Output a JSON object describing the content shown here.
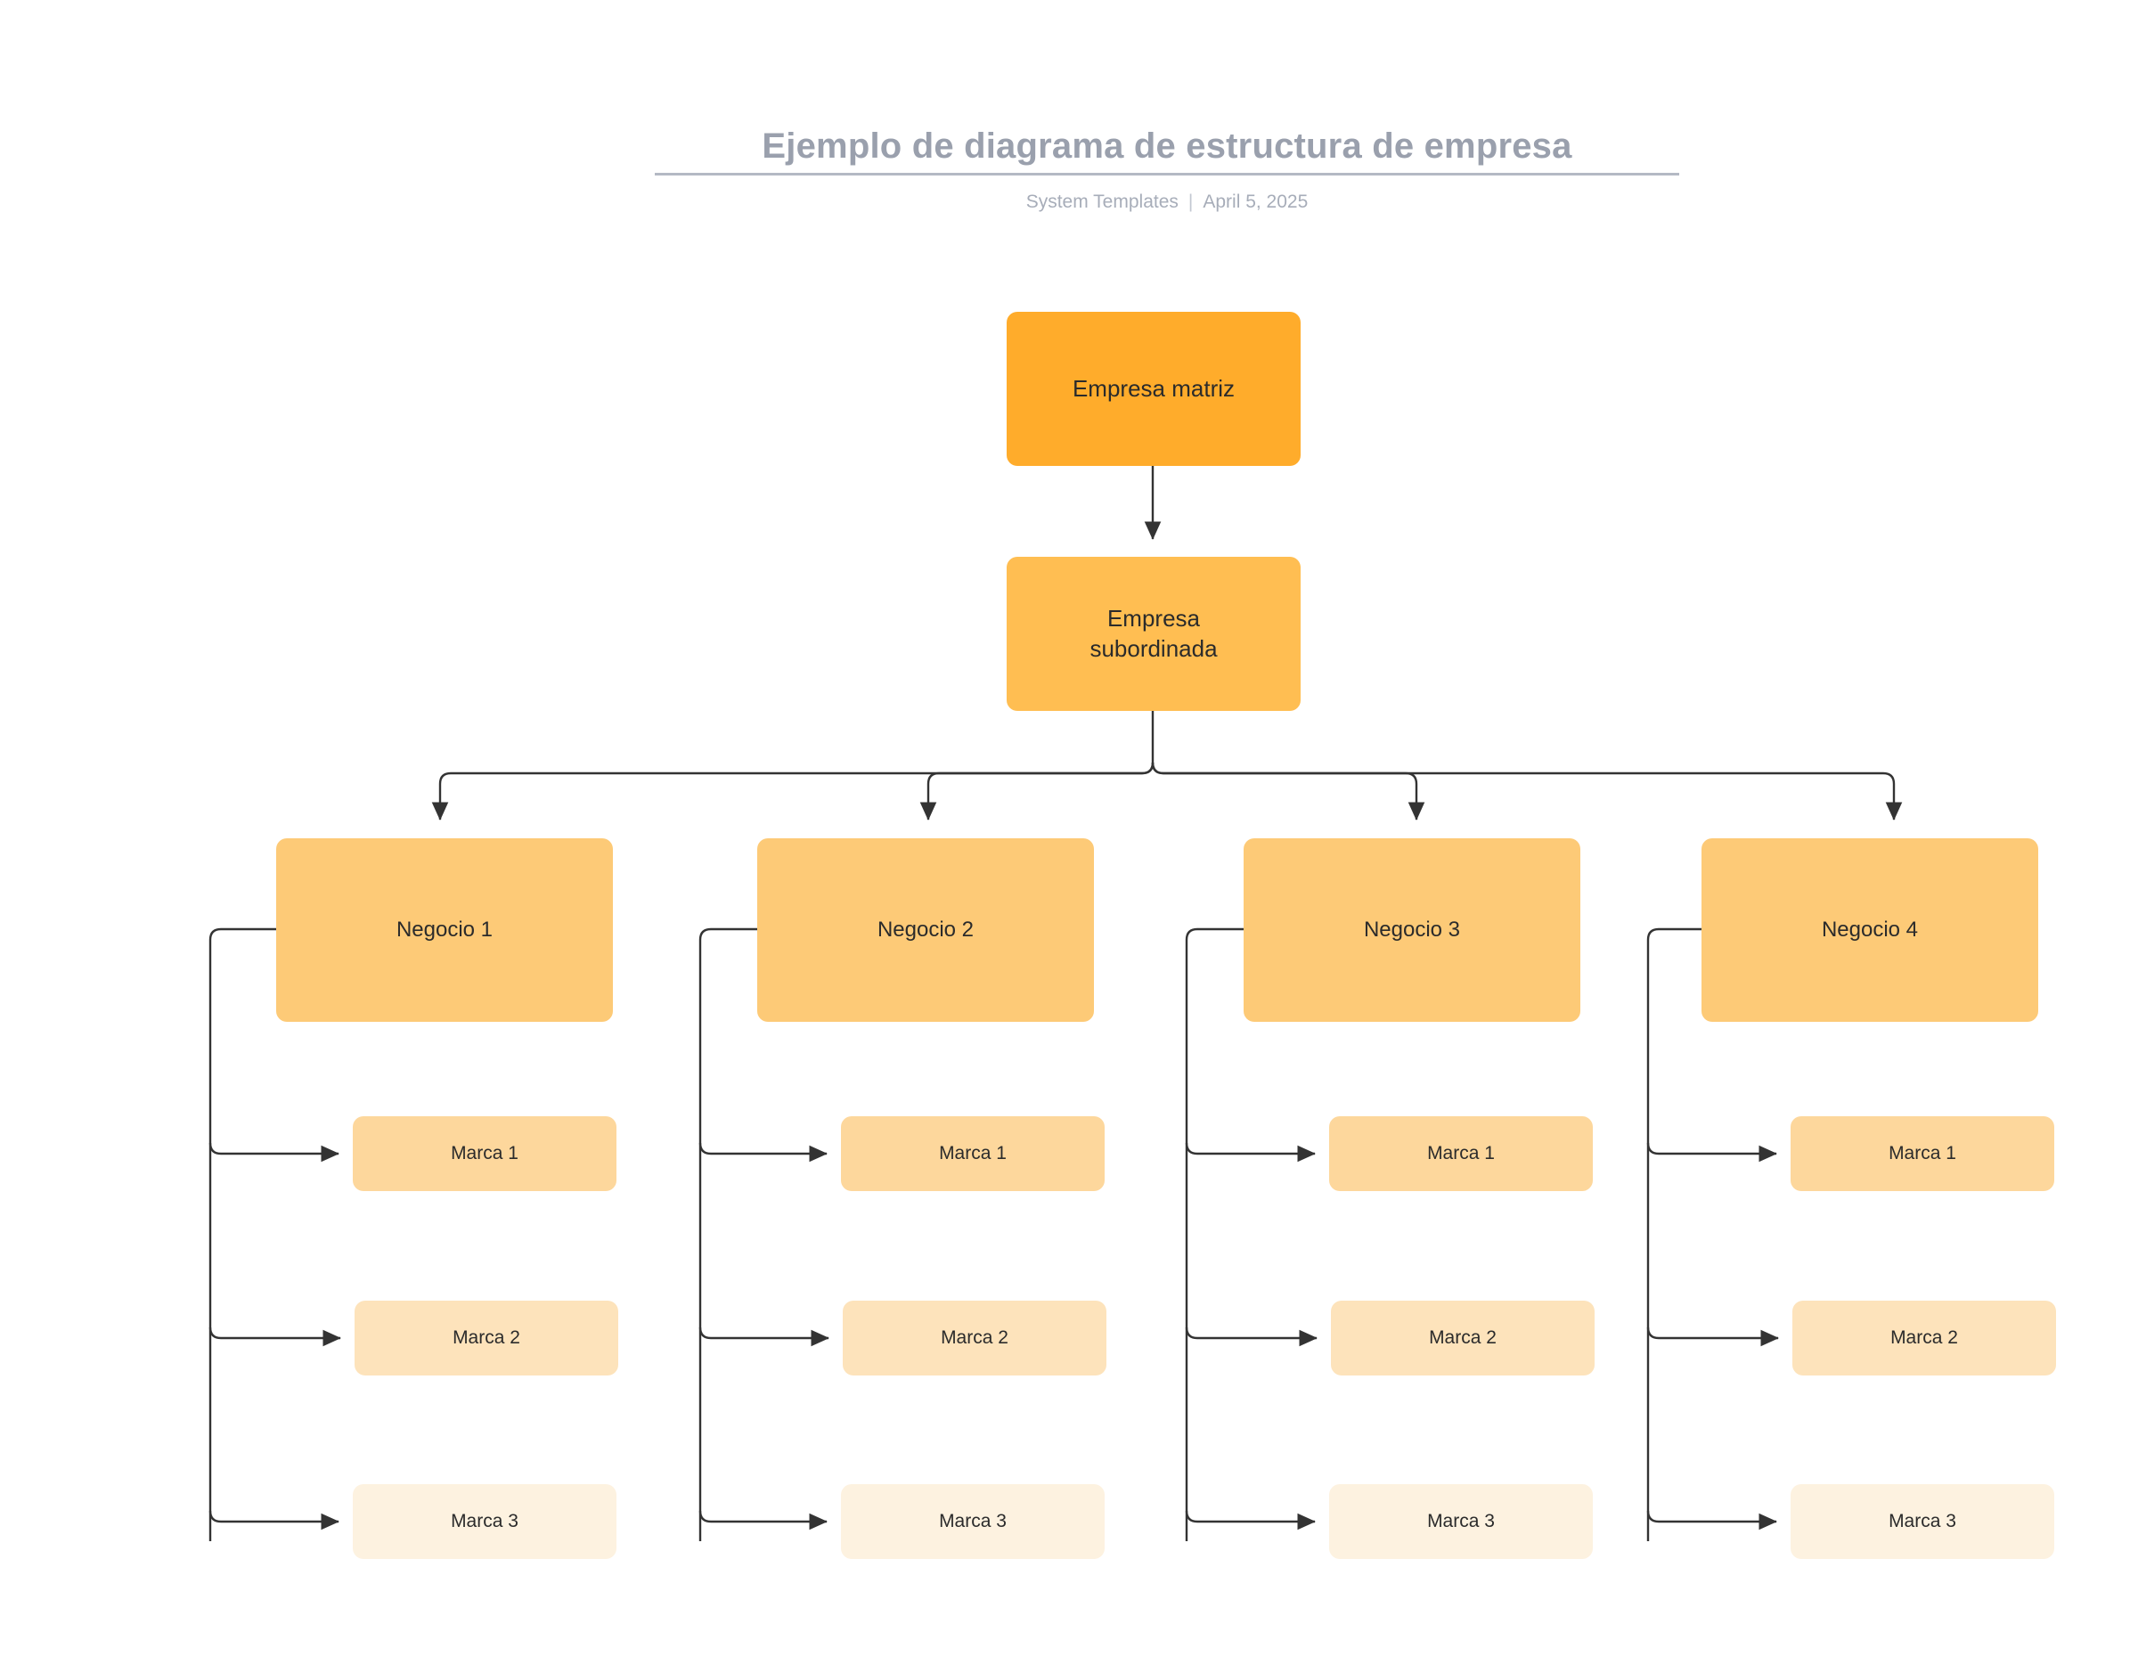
{
  "header": {
    "title": "Ejemplo de diagrama de estructura de empresa",
    "author": "System Templates",
    "separator": "|",
    "date": "April 5, 2025"
  },
  "palette": {
    "root": "#ffac2b",
    "subordinate": "#ffbe52",
    "unit": "#fdca77",
    "brand_1": "#fdd79c",
    "brand_2": "#fde3bb",
    "brand_3": "#fdf2e0",
    "connector": "#333333",
    "title_text": "#9aa0ad",
    "subtitle_text": "#a7adb9",
    "node_text": "#2b2b2b",
    "background": "#ffffff"
  },
  "chart_data": {
    "type": "diagram",
    "subtype": "organizational-hierarchy",
    "title": "Ejemplo de diagrama de estructura de empresa",
    "orientation": "top-down",
    "nodes": [
      {
        "id": "root",
        "label": "Empresa matriz",
        "level": 0
      },
      {
        "id": "sub",
        "label": "Empresa subordinada",
        "level": 1
      },
      {
        "id": "u1",
        "label": "Negocio 1",
        "level": 2
      },
      {
        "id": "u2",
        "label": "Negocio 2",
        "level": 2
      },
      {
        "id": "u3",
        "label": "Negocio 3",
        "level": 2
      },
      {
        "id": "u4",
        "label": "Negocio 4",
        "level": 2
      },
      {
        "id": "u1b1",
        "label": "Marca 1",
        "level": 3
      },
      {
        "id": "u1b2",
        "label": "Marca 2",
        "level": 3
      },
      {
        "id": "u1b3",
        "label": "Marca 3",
        "level": 3
      },
      {
        "id": "u2b1",
        "label": "Marca 1",
        "level": 3
      },
      {
        "id": "u2b2",
        "label": "Marca 2",
        "level": 3
      },
      {
        "id": "u2b3",
        "label": "Marca 3",
        "level": 3
      },
      {
        "id": "u3b1",
        "label": "Marca 1",
        "level": 3
      },
      {
        "id": "u3b2",
        "label": "Marca 2",
        "level": 3
      },
      {
        "id": "u3b3",
        "label": "Marca 3",
        "level": 3
      },
      {
        "id": "u4b1",
        "label": "Marca 1",
        "level": 3
      },
      {
        "id": "u4b2",
        "label": "Marca 2",
        "level": 3
      },
      {
        "id": "u4b3",
        "label": "Marca 3",
        "level": 3
      }
    ],
    "edges": [
      {
        "from": "root",
        "to": "sub"
      },
      {
        "from": "sub",
        "to": "u1"
      },
      {
        "from": "sub",
        "to": "u2"
      },
      {
        "from": "sub",
        "to": "u3"
      },
      {
        "from": "sub",
        "to": "u4"
      },
      {
        "from": "u1",
        "to": "u1b1"
      },
      {
        "from": "u1",
        "to": "u1b2"
      },
      {
        "from": "u1",
        "to": "u1b3"
      },
      {
        "from": "u2",
        "to": "u2b1"
      },
      {
        "from": "u2",
        "to": "u2b2"
      },
      {
        "from": "u2",
        "to": "u2b3"
      },
      {
        "from": "u3",
        "to": "u3b1"
      },
      {
        "from": "u3",
        "to": "u3b2"
      },
      {
        "from": "u3",
        "to": "u3b3"
      },
      {
        "from": "u4",
        "to": "u4b1"
      },
      {
        "from": "u4",
        "to": "u4b2"
      },
      {
        "from": "u4",
        "to": "u4b3"
      }
    ]
  },
  "diagram": {
    "root": {
      "label": "Empresa matriz"
    },
    "subordinate": {
      "line1": "Empresa",
      "line2": "subordinada",
      "label": "Empresa subordinada"
    },
    "units": [
      {
        "label": "Negocio 1",
        "brands": [
          {
            "label": "Marca 1"
          },
          {
            "label": "Marca 2"
          },
          {
            "label": "Marca 3"
          }
        ]
      },
      {
        "label": "Negocio 2",
        "brands": [
          {
            "label": "Marca 1"
          },
          {
            "label": "Marca 2"
          },
          {
            "label": "Marca 3"
          }
        ]
      },
      {
        "label": "Negocio 3",
        "brands": [
          {
            "label": "Marca 1"
          },
          {
            "label": "Marca 2"
          },
          {
            "label": "Marca 3"
          }
        ]
      },
      {
        "label": "Negocio 4",
        "brands": [
          {
            "label": "Marca 1"
          },
          {
            "label": "Marca 2"
          },
          {
            "label": "Marca 3"
          }
        ]
      }
    ]
  }
}
